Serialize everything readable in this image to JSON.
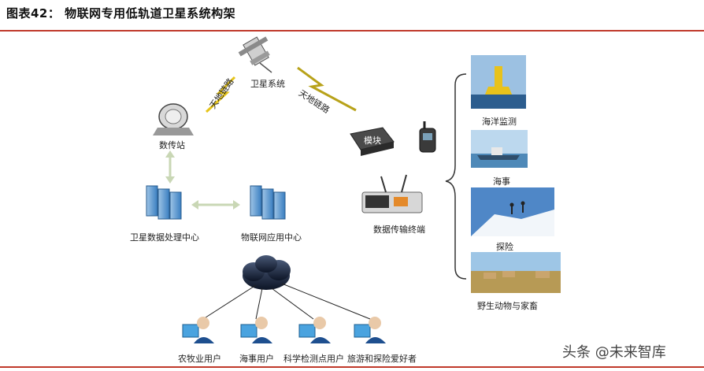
{
  "figure": {
    "title": "图表42：   物联网专用低轨道卫星系统构架"
  },
  "nodes": {
    "satellite": "卫星系统",
    "link_left": "天地链路",
    "link_right": "天地链路",
    "ground_station": "数传站",
    "sat_data_center": "卫星数据处理中心",
    "iot_app_center": "物联网应用中心",
    "module": "模块",
    "terminal": "数据传输终端"
  },
  "users": [
    {
      "label": "农牧业用户"
    },
    {
      "label": "海事用户"
    },
    {
      "label": "科学检测点用户"
    },
    {
      "label": "旅游和探险爱好者"
    }
  ],
  "applications": [
    {
      "label": "海洋监测"
    },
    {
      "label": "海事"
    },
    {
      "label": "探险"
    },
    {
      "label": "野生动物与家畜"
    }
  ],
  "watermark": "头条 @未来智库",
  "colors": {
    "accent_red": "#c0392b",
    "link_yellow": "#e6c419",
    "arrow_green": "#c9d7b5",
    "server_blue": "#3a7fc1"
  }
}
